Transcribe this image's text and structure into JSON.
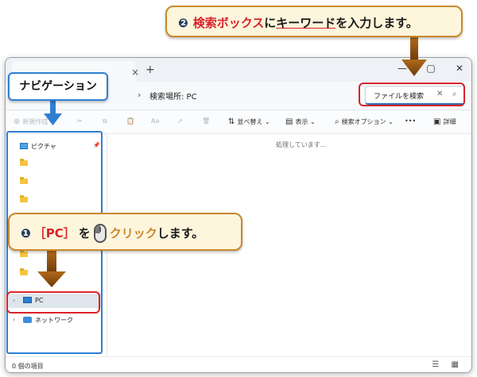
{
  "window": {
    "tab_close": "×",
    "new_tab": "+",
    "controls": {
      "minimize": "—",
      "maximize": "▢",
      "close": "✕"
    },
    "address": {
      "separator": "›",
      "text": "検索場所: PC"
    },
    "search": {
      "value": "ファイルを検索",
      "clear": "✕",
      "icon": "⌕"
    },
    "toolbar": {
      "new_label": "新規作成",
      "new_icon": "⊕",
      "cut_icon": "✂",
      "copy_icon": "⧉",
      "paste_icon": "📋",
      "rename_icon": "Aa",
      "share_icon": "↗",
      "delete_icon": "🗑",
      "sort_label": "並べ替え",
      "sort_icon": "⇅",
      "view_label": "表示",
      "view_icon": "▤",
      "search_options_label": "検索オプション",
      "search_options_icon": "⌕",
      "more_icon": "•••",
      "details_label": "詳細",
      "details_icon": "▣",
      "dropdown_arrow": "⌄"
    },
    "nav": {
      "pictures": "ピクチャ",
      "pin": "📌",
      "pc": "PC",
      "network": "ネットワーク",
      "chevron": "›"
    },
    "content": {
      "processing": "処理しています..."
    },
    "status": {
      "count": "0 個の項目",
      "view_icons": "☰ ▦"
    }
  },
  "annotations": {
    "step2": {
      "number": "❷",
      "red": "検索ボックス",
      "mid": "に",
      "underlined": "キーワード",
      "rest": "を入力します。"
    },
    "navigation_label": "ナビゲーション",
    "step1": {
      "number": "❶",
      "red": "［PC］",
      "mid": "を",
      "orange": "クリック",
      "rest": "します。"
    },
    "colors": {
      "highlight_red": "#d8232a",
      "highlight_blue": "#2f7fd1",
      "callout_bg": "#fdf5dc",
      "arrow": "#8a4f10"
    }
  }
}
